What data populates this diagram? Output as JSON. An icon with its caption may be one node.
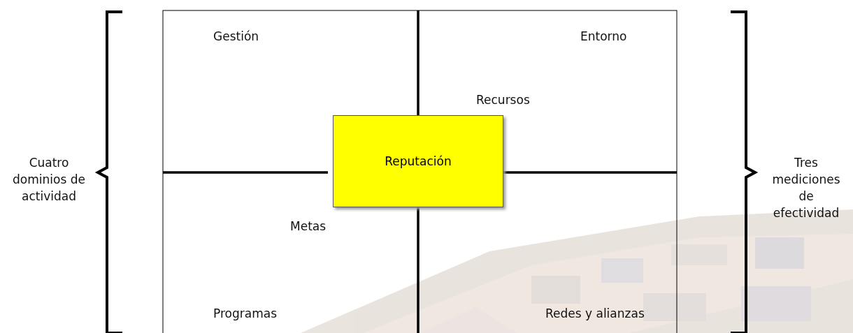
{
  "diagram": {
    "nodes": [
      {
        "text": [
          "Reputación"
        ]
      }
    ],
    "labels": [
      "Gestión",
      "Entorno",
      "Recursos",
      "Cuatro dominios de actividad",
      "Tres mediciones de efectividad",
      "Metas",
      "Programas",
      "Redes y alianzas"
    ]
  }
}
